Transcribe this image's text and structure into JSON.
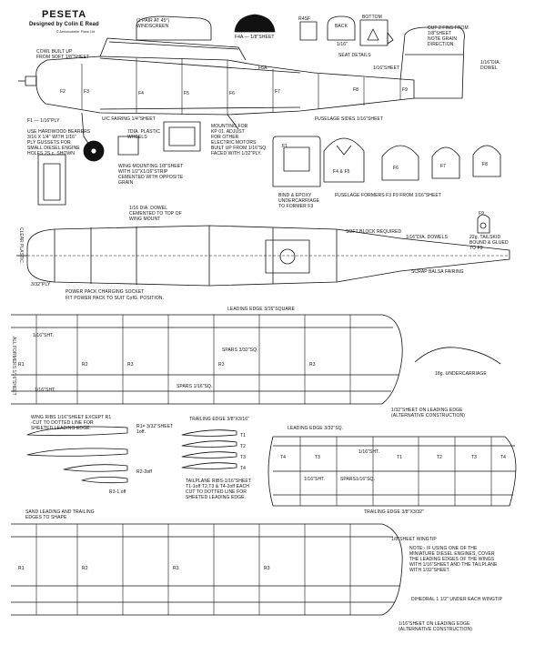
{
  "title": "PESETA",
  "designer": "Designed by Colin E Read",
  "publisher": "© Aeromodeller Plans Ltd",
  "side_text": [
    "ALL FORMERS 1/16\"SHEET",
    "CLEAR PLASTIC"
  ],
  "labels": {
    "windscreen": "(1 PAIR AT 45°)\nWINDSCREEN",
    "f4a_sheet": "F4A — 1/8\"SHEET",
    "r4sf": "R4SF",
    "back": "BACK",
    "bottom": "BOTTOM",
    "seat_1_16": "1/16\"",
    "seat_details": "SEAT DETAILS",
    "cut_fins": "CUT 2 FINS FROM\n1/8\"SHEET\nNOTE GRAIN\nDIRECTION",
    "fin_dowel": "1/16\"DIA.\nDOWEL",
    "sheet_1_16": "1/16\"SHEET",
    "cowl": "COWL BUILT UP\nFROM SOFT 1/8\"SHEET",
    "f6a": "F6A",
    "f1": "F1",
    "f2": "F2",
    "f3": "F3",
    "f4": "F4",
    "f5": "F5",
    "f6": "F6",
    "f7": "F7",
    "f8": "F8",
    "f9": "F9",
    "f4f5": "F4 & F5",
    "ply": "F1 — 1/16\"PLY",
    "uc_fairing": "U/C FAIRING 1/4\"SHEET",
    "hardwood": "USE HARDWOOD BEARERS\n3/16 X 1/4\" WITH 1/16\"\nPLY GUSSETS FOR\nSMALL DIESEL ENGINE\nHOLES 2S.c. SHOWN",
    "plastic_wheels": "7DIA. PLASTIC\nWHEELS",
    "mounting": "MOUNTING FOR\nKP 01. ADJUST\nFOR OTHER\nELECTRIC MOTORS\nBUILT UP FROM 1/16\"SQ\nFACED WITH 1/32\"PLY.",
    "fuselage_sides": "FUSELAGE SIDES 1/16\"SHEET",
    "wing_mount": "WING MOUNTING 1/8\"SHEET\nWITH 1/2\"X1/16\"STRIP\nCEMENTED WITH OPPOSITE\nGRAIN",
    "bind_epoxy": "BIND & EPOXY\nUNDERCARRIAGE\nTO FORMER F3",
    "formers": "FUSELAGE FORMERS F3 F9 FROM 1/16\"SHEET",
    "tailskid": "22g. TAILSKID\nBOUND & GLUED\nTO F9",
    "wing_dowel": "1/16 DIA. DOWEL\nCEMENTED TO TOP OF\nWING MOUNT",
    "soft_block": "SOFT BLOCK REQUIRED",
    "dowels": "1/16\"DIA. DOWELS",
    "scrap_fairing": "SCRAP BALSA FAIRING",
    "ply_3_32": "3/32\"PLY",
    "power_socket": "POWER PACK CHARGING SOCKET",
    "power_pack": "FIT POWER PACK TO SUIT CofG. POSITION.",
    "leading_edge": "LEADING EDGE 3/16\"SQUARE",
    "sht_1_16": "1/16\"SHT.",
    "spars_3_32": "SPARS 3/32\"SQ.",
    "spars_1_16": "SPARS 1/16\"SQ.",
    "trailing_edge": "TRAILING EDGE 3/8\"X3/16\"",
    "undercarriage": "18g. UNDERCARRIAGE",
    "wing_ribs": "WING RIBS 1/16\"SHEET EXCEPT R1\n-CUT TO DOTTED LINE FOR\nSHEETED LEADING EDGE.",
    "r1_sheet": "R1= 3/32\"SHEET\n1off.",
    "r2": "R2-2off",
    "r3": "R3-1.off",
    "tailplane_ribs": "TAILPLANE RIBS-1/16\"SHEET\nT1-1off T2,T3 & T4-2off EACH\nCUT TO DOTTED LINE FOR\nSHEETED LEADING EDGE.",
    "t1": "T1",
    "t2": "T2",
    "t3": "T3",
    "t4": "T4",
    "r1": "R1",
    "r2r": "R2",
    "r3r": "R3",
    "tp_leading_edge": "LEADING EDGE 3/32\"SQ.",
    "alt_le_top": "1/32\"SHEET ON LEADING EDGE\n(ALTERNATIVE CONSTRUCTION)",
    "sht_tp": "1/16\"SHT.",
    "spars_tp": "SPARS1/16\"SQ.",
    "tp_trailing": "TRAILING EDGE 3/8\"X3/32\"",
    "sand_edges": "SAND LEADING AND TRAILING\nEDGES TO SHAPE",
    "wingtip": "1/8\"SHEET WINGTIP",
    "note": "NOTE:- IF USING ONE OF THE\nMINIATURE DIESEL ENGINES, COVER\nTHE LEADING EDGES OF THE WINGS\nWITH 1/16\"SHEET AND THE TAILPLANE\nWITH 1/32\"SHEET.",
    "dihedral": "DIHEDRAL 1 1/2\" UNDER EACH WINGTIP",
    "alt_le_bottom": "1/16\"SHEET ON LEADING EDGE\n(ALTERNATIVE CONSTRUCTION)"
  }
}
